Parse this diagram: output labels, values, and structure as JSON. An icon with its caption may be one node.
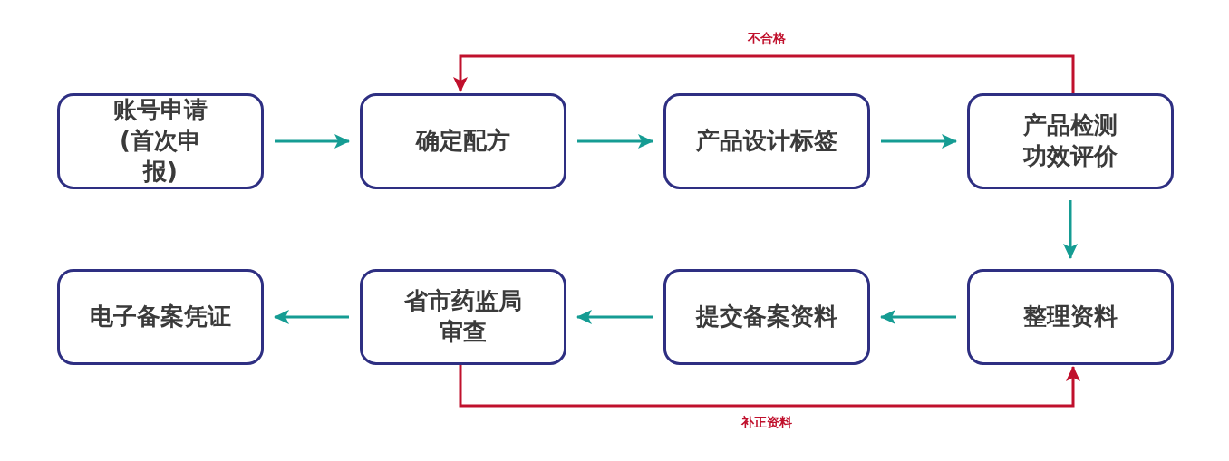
{
  "diagram": {
    "nodes": [
      {
        "text": [
          "账号申请(首次申报)"
        ]
      },
      {
        "text": [
          "确定配方"
        ]
      },
      {
        "text": [
          "产品设计标签"
        ]
      },
      {
        "text": [
          "产品检测功效评价"
        ]
      },
      {
        "text": [
          "电子备案凭证"
        ]
      },
      {
        "text": [
          "省市药监局审查"
        ]
      },
      {
        "text": [
          "提交备案资料"
        ]
      },
      {
        "text": [
          "整理资料"
        ]
      }
    ],
    "edges": [
      {
        "from": 0,
        "to": 1,
        "arrow": "to"
      },
      {
        "from": 1,
        "to": 2,
        "arrow": "to"
      },
      {
        "from": 2,
        "to": 3,
        "arrow": "to"
      },
      {
        "from": 3,
        "to": 1,
        "arrow": "to",
        "label": "不合格",
        "color": "#c0102c"
      },
      {
        "from": 3,
        "to": 7,
        "arrow": "to"
      },
      {
        "from": 7,
        "to": 6,
        "arrow": "to"
      },
      {
        "from": 6,
        "to": 5,
        "arrow": "to"
      },
      {
        "from": 5,
        "to": 4,
        "arrow": "to"
      },
      {
        "from": 5,
        "to": 7,
        "arrow": "to",
        "label": "补正资料",
        "color": "#c0102c"
      }
    ]
  }
}
